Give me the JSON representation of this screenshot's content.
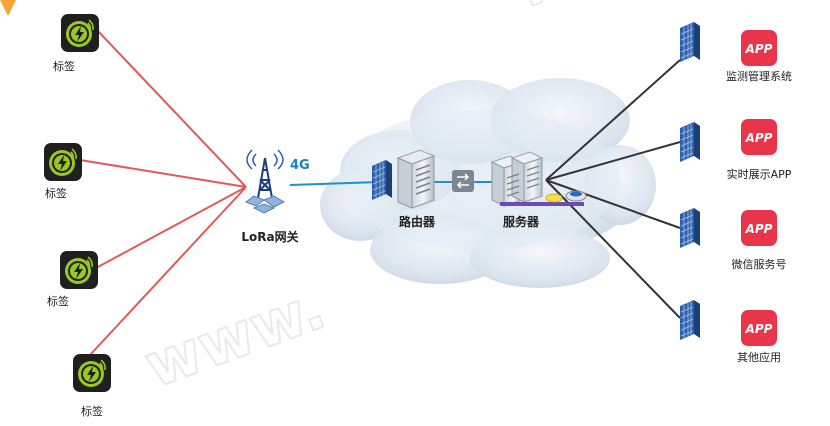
{
  "tags": [
    {
      "label": "标签"
    },
    {
      "label": "标签"
    },
    {
      "label": "标签"
    },
    {
      "label": "标签"
    }
  ],
  "gateway": {
    "label": "LoRa网关",
    "link_label": "4G"
  },
  "router": {
    "label": "路由器"
  },
  "server": {
    "label": "服务器"
  },
  "apps": [
    {
      "label": "监测管理系统",
      "icon_text": "APP"
    },
    {
      "label": "实时展示APP",
      "icon_text": "APP"
    },
    {
      "label": "微信服务号",
      "icon_text": "APP"
    },
    {
      "label": "其他应用",
      "icon_text": "APP"
    }
  ],
  "colors": {
    "tag_line": "#e05a5a",
    "server_line": "#333333",
    "link_line": "#1e8fcf",
    "cloud": "#d6e1ec",
    "app_red": "#e8354a",
    "tag_green": "#9ac81e",
    "firewall_blue": "#2f5fa8"
  }
}
